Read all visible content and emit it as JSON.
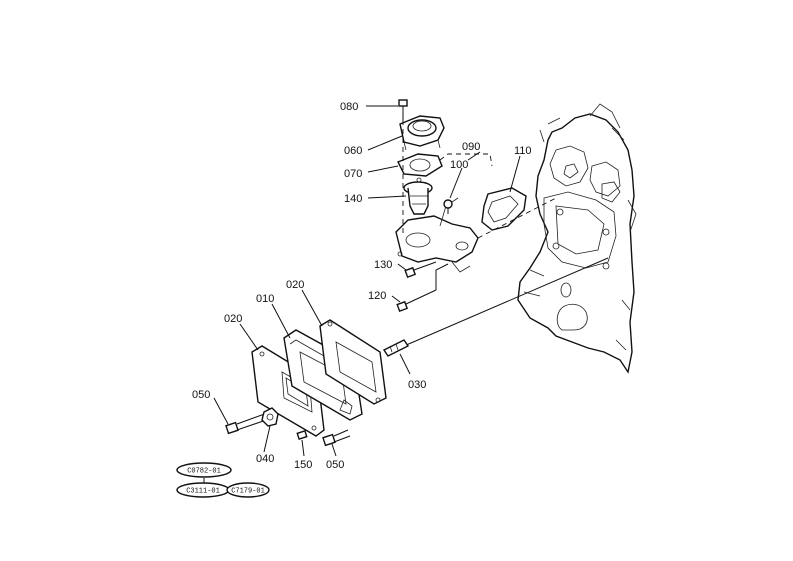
{
  "part_labels": [
    {
      "id": "080",
      "text": "080"
    },
    {
      "id": "060",
      "text": "060"
    },
    {
      "id": "070",
      "text": "070"
    },
    {
      "id": "090",
      "text": "090"
    },
    {
      "id": "100",
      "text": "100"
    },
    {
      "id": "110",
      "text": "110"
    },
    {
      "id": "140",
      "text": "140"
    },
    {
      "id": "130",
      "text": "130"
    },
    {
      "id": "120",
      "text": "120"
    },
    {
      "id": "020a",
      "text": "020"
    },
    {
      "id": "010",
      "text": "010"
    },
    {
      "id": "020b",
      "text": "020"
    },
    {
      "id": "050a",
      "text": "050"
    },
    {
      "id": "030",
      "text": "030"
    },
    {
      "id": "040",
      "text": "040"
    },
    {
      "id": "150",
      "text": "150"
    },
    {
      "id": "050b",
      "text": "050"
    }
  ],
  "model_codes": [
    "C0782-01",
    "C3111-01",
    "C7179-01"
  ]
}
